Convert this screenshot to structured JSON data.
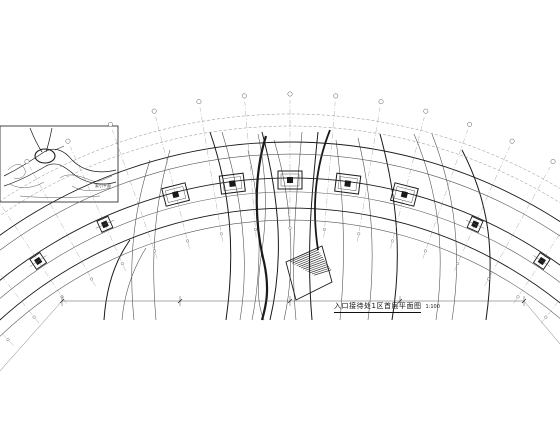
{
  "drawing": {
    "title": "入口接待处1区首层平面图",
    "scale": "1:100",
    "key_plan_label": "索引平面",
    "colors": {
      "line": "#1a1a1a",
      "thin": "#555555",
      "grid": "#888888",
      "accent": "#c0392b",
      "background": "#ffffff"
    }
  }
}
